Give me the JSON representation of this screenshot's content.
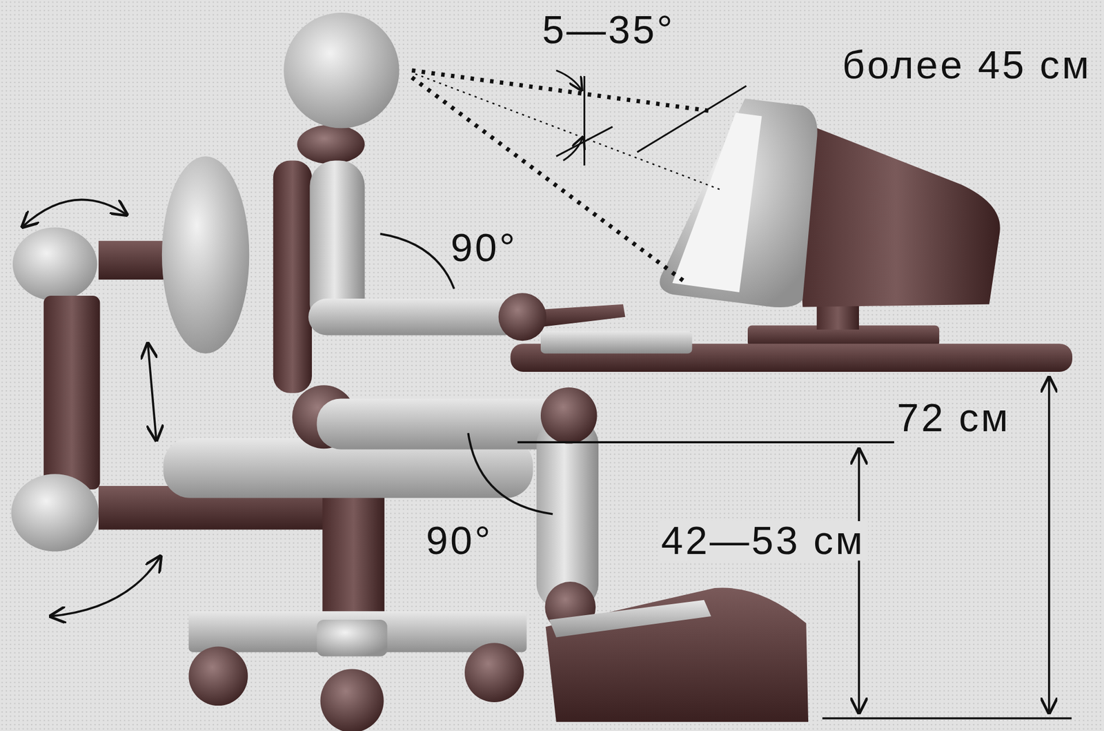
{
  "diagram": {
    "labels": [
      "5—35°",
      "более 45 см",
      "90°",
      "72 см",
      "90°",
      "42—53 см"
    ]
  }
}
